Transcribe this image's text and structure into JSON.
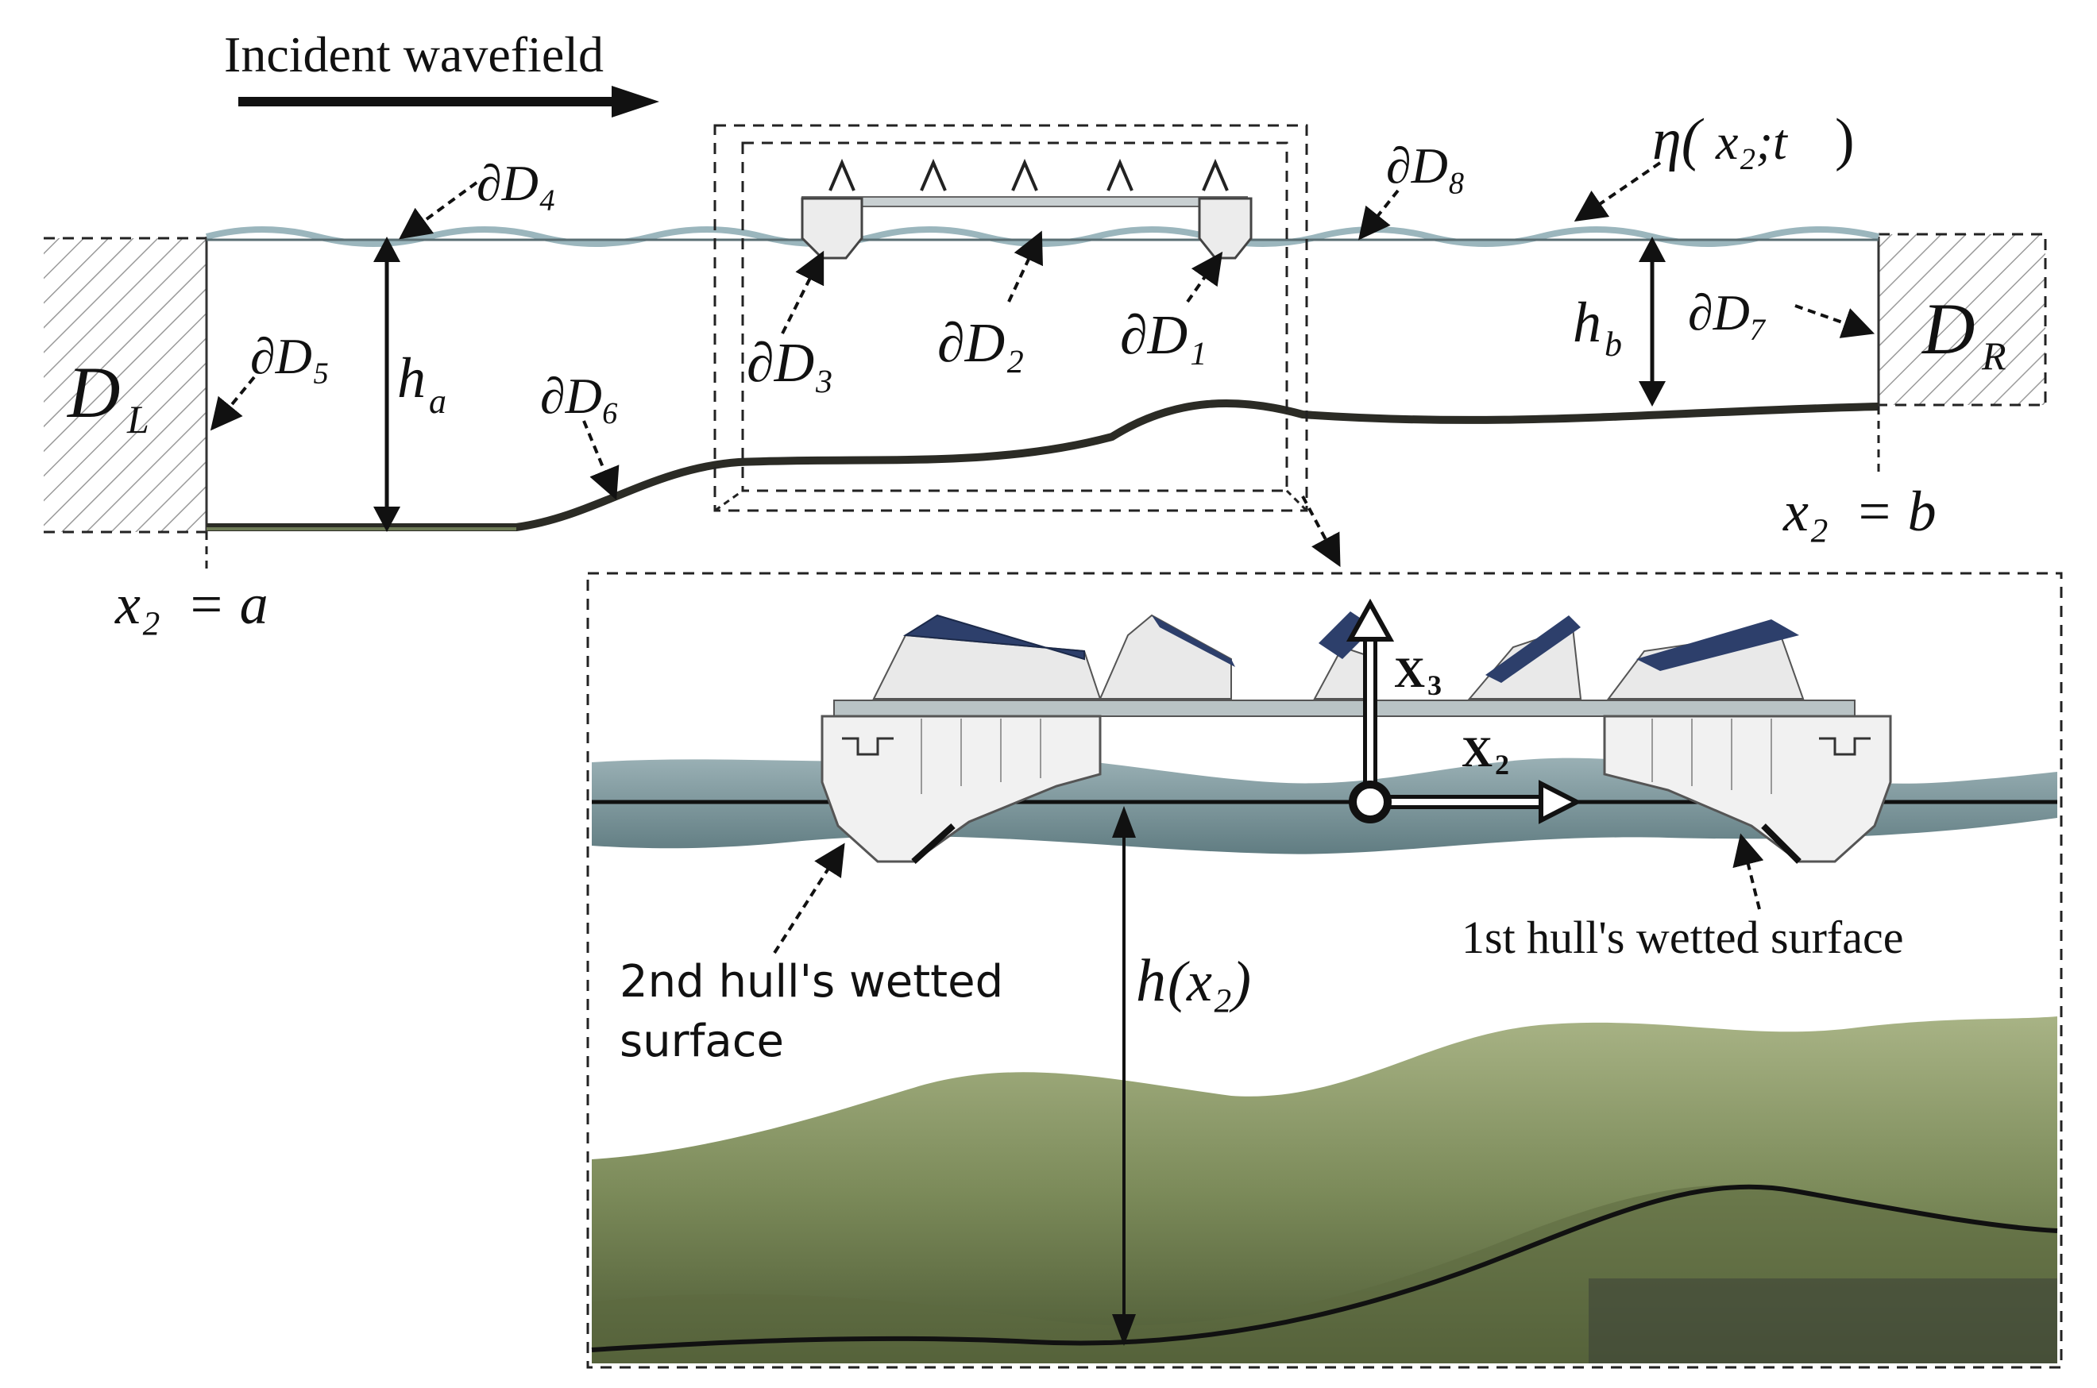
{
  "title": {
    "incident": "Incident wavefield"
  },
  "boundaries": {
    "d1": "∂D₁",
    "d2": "∂D₂",
    "d3": "∂D₃",
    "d4": "∂D₄",
    "d5": "∂D₅",
    "d6": "∂D₆",
    "d7": "∂D₇",
    "d8": "∂D₈"
  },
  "regions": {
    "left": "D_L",
    "left_main": "D",
    "left_sub": "L",
    "right_main": "D",
    "right_sub": "R"
  },
  "symbols": {
    "eta_main": "η(",
    "eta_var": "x₂;t",
    "eta_close": ")",
    "ha_main": "h",
    "ha_sub": "a",
    "hb_main": "h",
    "hb_sub": "b",
    "x2a_left": "x₂",
    "x2a_eq": "= a",
    "x2b_left": "x₂",
    "x2b_eq": "= b",
    "h_x2_main": "h",
    "h_x2_arg": "(x₂)",
    "axis_x3_main": "X",
    "axis_x3_sub": "3",
    "axis_x2_main": "X",
    "axis_x2_sub": "2"
  },
  "annotations": {
    "hull1": "1st hull's wetted surface",
    "hull2_line1": "2nd hull's wetted",
    "hull2_line2": "surface"
  },
  "colors": {
    "water_surface": "#a9c3c9",
    "water_dark": "#5f7f86",
    "seabed": "#7c8b5a",
    "seabed_dark": "#3f4a2e",
    "panel": "#2d3f6b",
    "ink": "#111111"
  }
}
